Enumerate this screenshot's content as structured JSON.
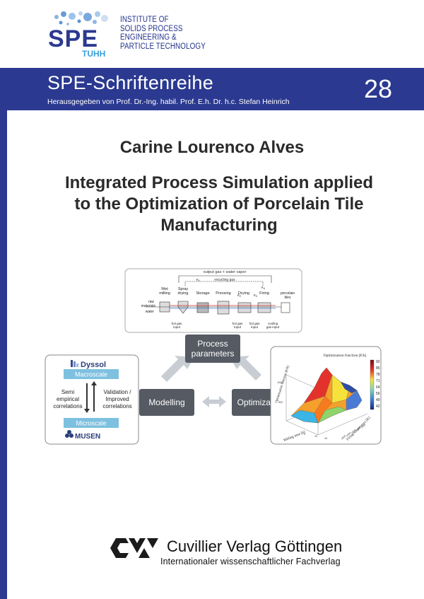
{
  "institute": {
    "acronym": "SPE",
    "tuhh": "TUHH",
    "lines": [
      "INSTITUTE OF",
      "SOLIDS PROCESS",
      "ENGINEERING &",
      "PARTICLE TECHNOLOGY"
    ],
    "colors": {
      "navy": "#2b3990",
      "tuhh": "#3aa0d8"
    }
  },
  "series": {
    "title": "SPE-Schriftenreihe",
    "editor": "Herausgegeben von Prof. Dr.-Ing. habil. Prof. E.h. Dr. h.c. Stefan Heinrich",
    "number": "28"
  },
  "author": "Carine Lourenco Alves",
  "title_lines": [
    "Integrated Process Simulation applied",
    "to the Optimization of Porcelain Tile",
    "Manufacturing"
  ],
  "process_diagram": {
    "top_label": "output gas + water vapor",
    "recycle_label": "recycling gas",
    "k_labels": [
      "K",
      "K",
      "K",
      "K"
    ],
    "k_subscripts": [
      "1",
      "2",
      "3",
      "4"
    ],
    "stages": [
      "Wet\nmilling",
      "Spray\ndrying",
      "Storage",
      "Pressing",
      "Drying",
      "Firing"
    ],
    "inputs": [
      "raw",
      "materials",
      "water"
    ],
    "outputs": [
      "porcelain",
      "tiles"
    ],
    "bottom": [
      "hot gas\ninput",
      "hot gas\ninput",
      "hot gas\ninput",
      "cooling\ngas input"
    ]
  },
  "flow": {
    "process_parameters": [
      "Process",
      "parameters"
    ],
    "modelling": "Modelling",
    "optimization": "Optimization"
  },
  "multiscale": {
    "dyssol": "Dyssol",
    "macroscale": "Macroscale",
    "microscale": "Microscale",
    "musen": "MUSEN",
    "left": [
      "Semi",
      "empirical",
      "correlations"
    ],
    "right": [
      "Validation /",
      "Improved",
      "correlations"
    ]
  },
  "surface_plot": {
    "title": "Optimization function [€/h]",
    "zlabel": "Optimization function [€/h]",
    "xlabel": "Milling time [h]",
    "ylabel": "Firing temperature [K]",
    "colorbar": [
      "92",
      "85",
      "78",
      "71",
      "64",
      "56",
      "49",
      "42"
    ],
    "ticks_z": [
      "500",
      "1000"
    ],
    "ticks_y": [
      "1400",
      "1450",
      "1500",
      "1550",
      "1600"
    ],
    "ticks_x": [
      "5",
      "10",
      "15"
    ]
  },
  "publisher": {
    "name": "Cuvillier Verlag Göttingen",
    "subtitle": "Internationaler wissenschaftlicher Fachverlag"
  }
}
